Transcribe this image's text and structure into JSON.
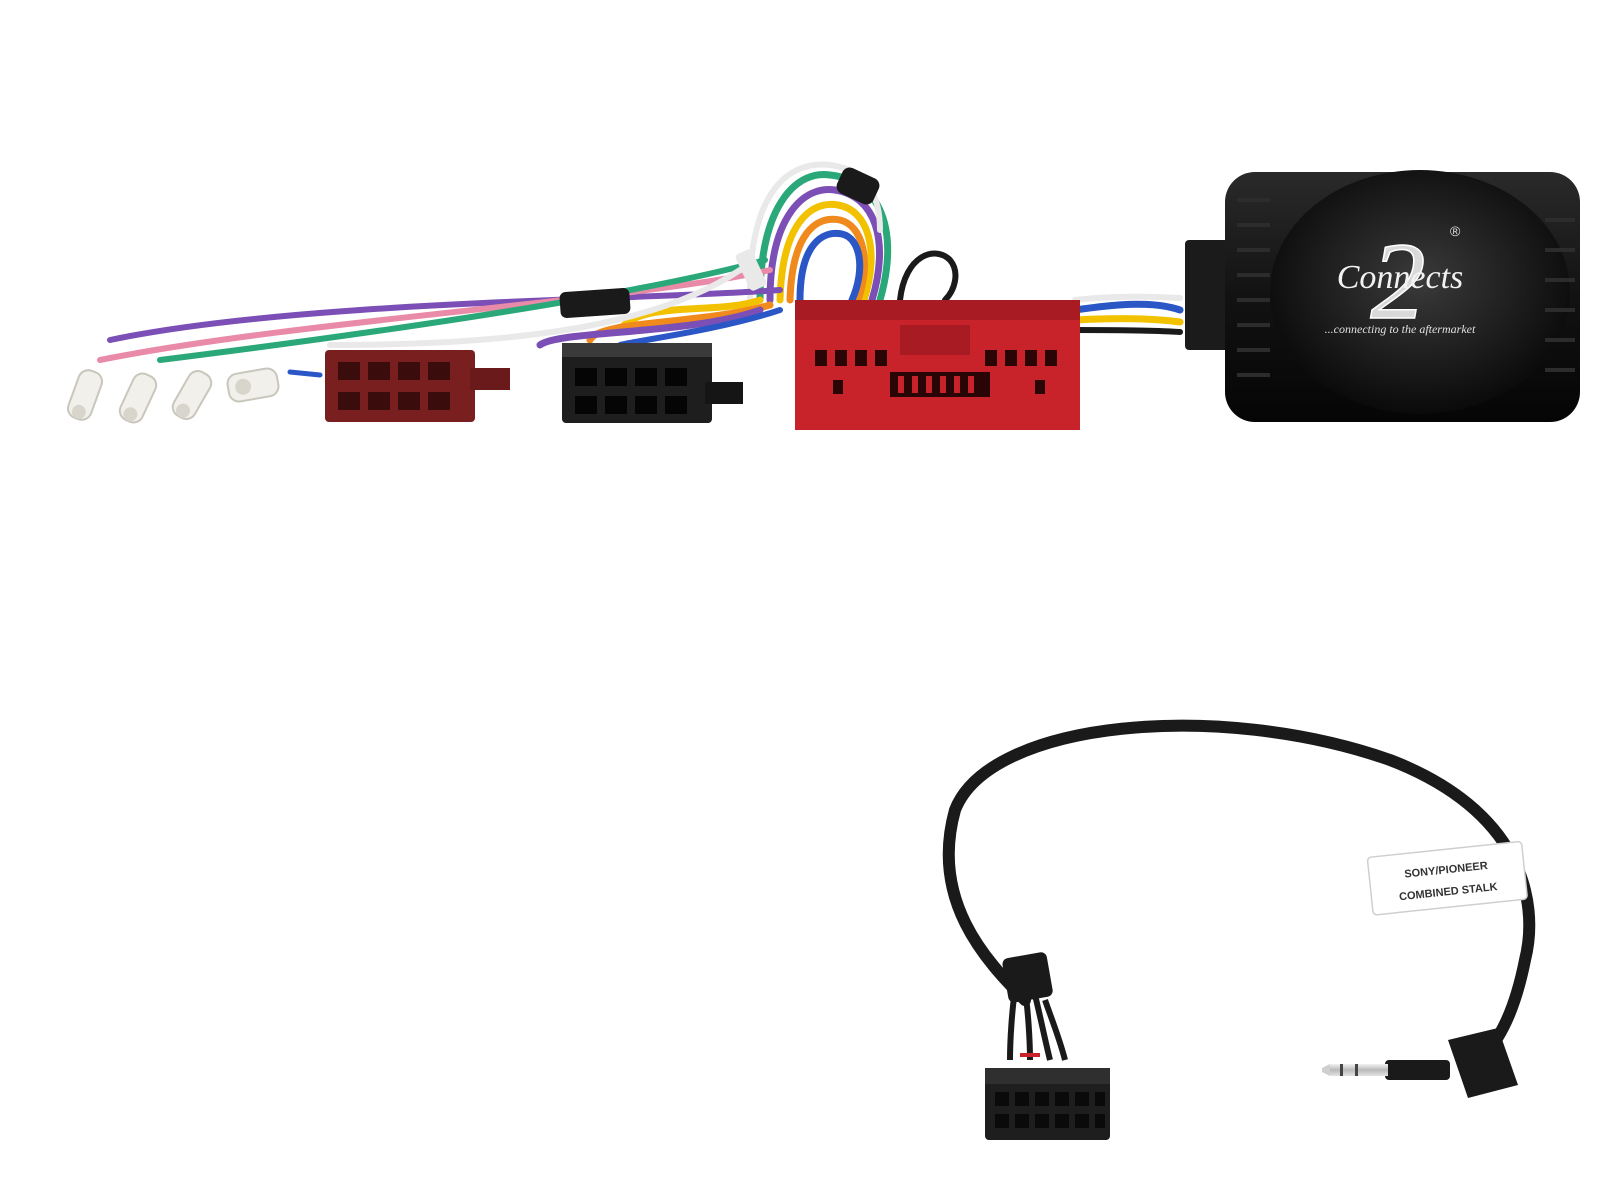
{
  "product_image": {
    "module": {
      "brand_mark": "2",
      "brand_script": "Connects",
      "registered": "®",
      "tagline": "...connecting to the aftermarket"
    },
    "patch_lead": {
      "label_line1": "SONY/PIONEER",
      "label_line2": "COMBINED STALK"
    }
  },
  "colors": {
    "module_body": "#141414",
    "vehicle_connector": "#c8232b",
    "iso_power_connector": "#7a1f1f",
    "iso_speaker_connector": "#1e1e1e",
    "wire_purple": "#7b4fb5",
    "wire_green": "#2aa879",
    "wire_pink": "#e88aa8",
    "wire_yellow": "#f2c200",
    "wire_orange": "#f08a1c",
    "wire_blue": "#2a56c6",
    "wire_white": "#eeeeee",
    "cable_black": "#1a1a1a"
  }
}
